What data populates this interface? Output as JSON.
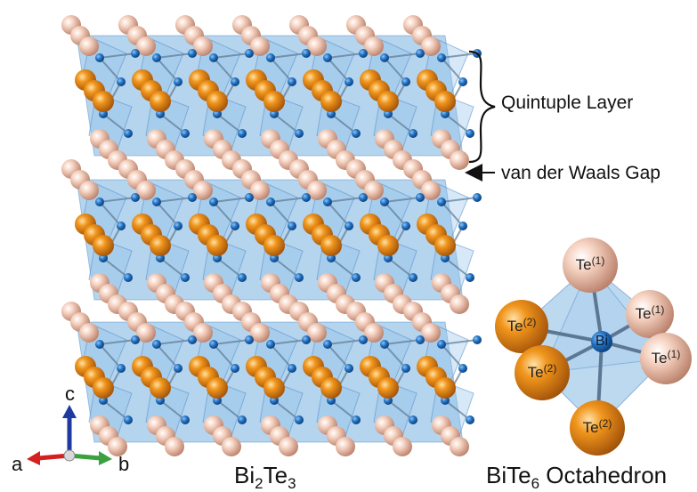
{
  "annotations": {
    "quintuple_layer": "Quintuple Layer",
    "vdw_gap": "van der Waals Gap"
  },
  "titles": {
    "bi2te3": {
      "el1": "Bi",
      "n1": "2",
      "el2": "Te",
      "n2": "3"
    },
    "octahedron": {
      "el1": "BiTe",
      "n1": "6",
      "rest": " Octahedron"
    }
  },
  "axes": {
    "a": "a",
    "b": "b",
    "c": "c"
  },
  "octahedron_atoms": {
    "te_label": "Te",
    "site1": "(1)",
    "site2": "(2)",
    "center": "Bi"
  },
  "colors": {
    "te1": "#f0bfa6",
    "te2": "#e8870e",
    "bi": "#1f6fc0",
    "polyhedra": "#5b9fd9",
    "axis_a": "#d42020",
    "axis_b": "#3aa040",
    "axis_c": "#1c3aa0"
  }
}
